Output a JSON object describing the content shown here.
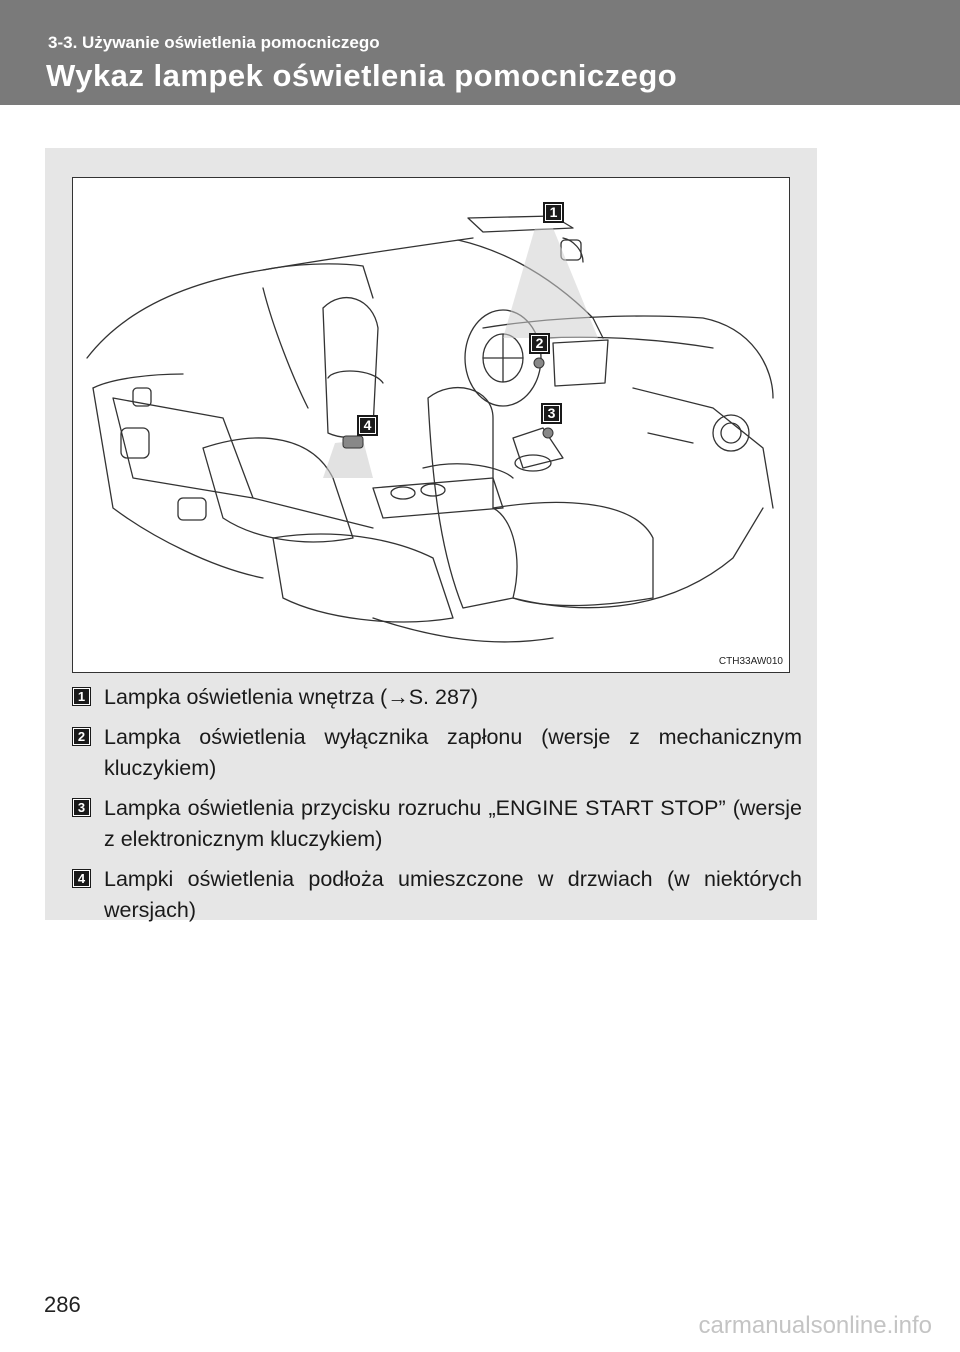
{
  "header": {
    "section": "3-3. Używanie oświetlenia pomocniczego",
    "title": "Wykaz lampek oświetlenia pomocniczego"
  },
  "figure": {
    "code": "CTH33AW010",
    "callouts": [
      "1",
      "2",
      "3",
      "4"
    ]
  },
  "items": [
    {
      "num": "1",
      "text": "Lampka oświetlenia wnętrza (→S. 287)"
    },
    {
      "num": "2",
      "text": "Lampka oświetlenia wyłącznika zapłonu (wersje z mechanicznym kluczykiem)"
    },
    {
      "num": "3",
      "text": "Lampka oświetlenia przycisku rozruchu „ENGINE START STOP” (wersje z elektronicznym kluczykiem)"
    },
    {
      "num": "4",
      "text": "Lampki oświetlenia podłoża umieszczone w drzwiach (w niektórych wersjach)"
    }
  ],
  "page_number": "286",
  "watermark": "carmanualsonline.info"
}
